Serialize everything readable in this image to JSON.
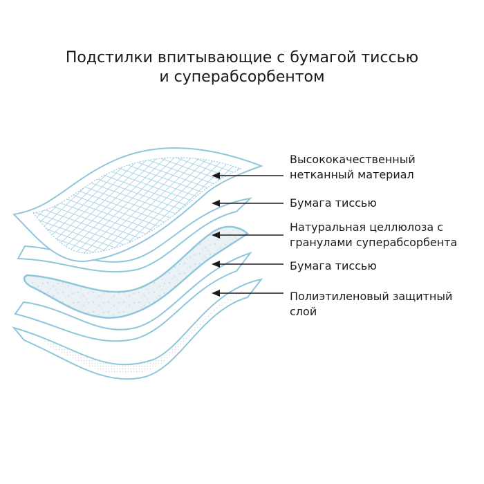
{
  "title": {
    "line1": "Подстилки впитывающие с бумагой тиссью",
    "line2": "и суперабсорбентом"
  },
  "layers": [
    {
      "lines": [
        "Высококачественный",
        "нетканный материал"
      ]
    },
    {
      "lines": [
        "Бумага тиссью"
      ]
    },
    {
      "lines": [
        "Натуральная целлюлоза с",
        "гранулами суперабсорбента"
      ]
    },
    {
      "lines": [
        "Бумага тиссью"
      ]
    },
    {
      "lines": [
        "Полиэтиленовый защитный",
        "слой"
      ]
    }
  ],
  "colors": {
    "outline": "#8fc6dc",
    "fill": "#ffffff",
    "absorbent": "#e9f2f6",
    "arrow": "#1a1a1a"
  }
}
